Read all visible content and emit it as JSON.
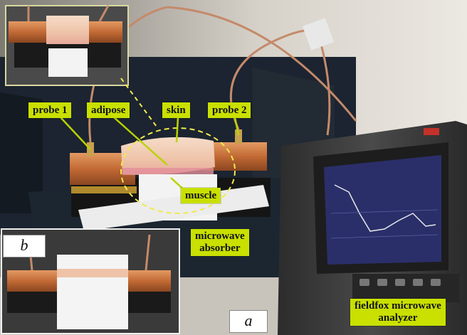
{
  "figure": {
    "labels": {
      "probe1": "probe 1",
      "adipose": "adipose",
      "skin": "skin",
      "probe2": "probe 2",
      "muscle": "muscle",
      "absorber": "microwave\nabsorber",
      "analyzer": "fieldfox microwave\nanalyzer"
    },
    "panels": {
      "b": "b",
      "a": "a"
    },
    "colors": {
      "label_bg": "#c9e000",
      "copper": "#c8733f",
      "skin": "#f0c9b0",
      "absorber": "#1e1e1e",
      "foam": "#f2f2f2",
      "wall": "#d9d4cb",
      "screen": "#2a2f6a"
    }
  }
}
